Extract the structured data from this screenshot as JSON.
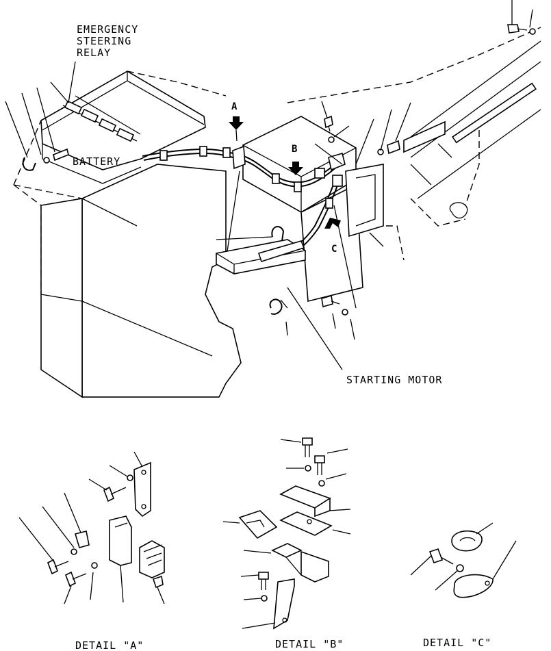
{
  "labels": {
    "emergency_relay": [
      "EMERGENCY",
      "STEERING",
      "RELAY"
    ],
    "battery": "BATTERY",
    "starting_motor": "STARTING MOTOR",
    "view_a": "A",
    "view_b": "B",
    "view_c": "C",
    "detail_a": "DETAIL \"A\"",
    "detail_b": "DETAIL \"B\"",
    "detail_c": "DETAIL \"C\""
  }
}
